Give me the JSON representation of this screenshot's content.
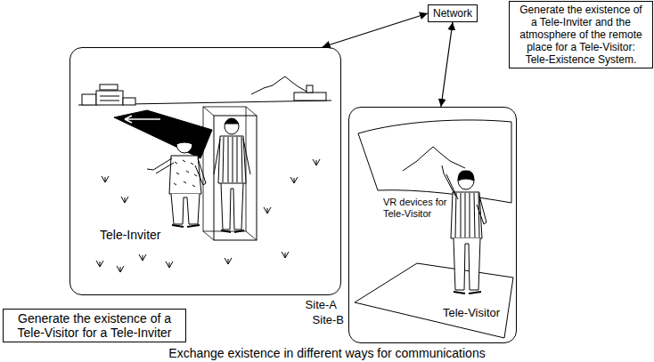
{
  "diagram": {
    "caption": "Exchange existence in different ways for communications",
    "nodes": [
      {
        "text": [
          "Network"
        ]
      },
      {
        "text": [
          "Generate the existence of a Tele-Inviter and the atmosphere of the remote place for a Tele-Visitor: Tele-Existence System."
        ]
      },
      {
        "text": [
          "Tele-Inviter",
          "Site-A"
        ]
      },
      {
        "text": [
          "VR devices for Tele-Visitor",
          "Tele-Visitor",
          "Site-B"
        ]
      },
      {
        "text": [
          "Generate the existence of a Tele-Visitor for a Tele-Inviter"
        ]
      }
    ],
    "edges": [
      {
        "from": 0,
        "to": 2,
        "arrow": "both"
      },
      {
        "from": 0,
        "to": 3,
        "arrow": "both"
      }
    ]
  }
}
